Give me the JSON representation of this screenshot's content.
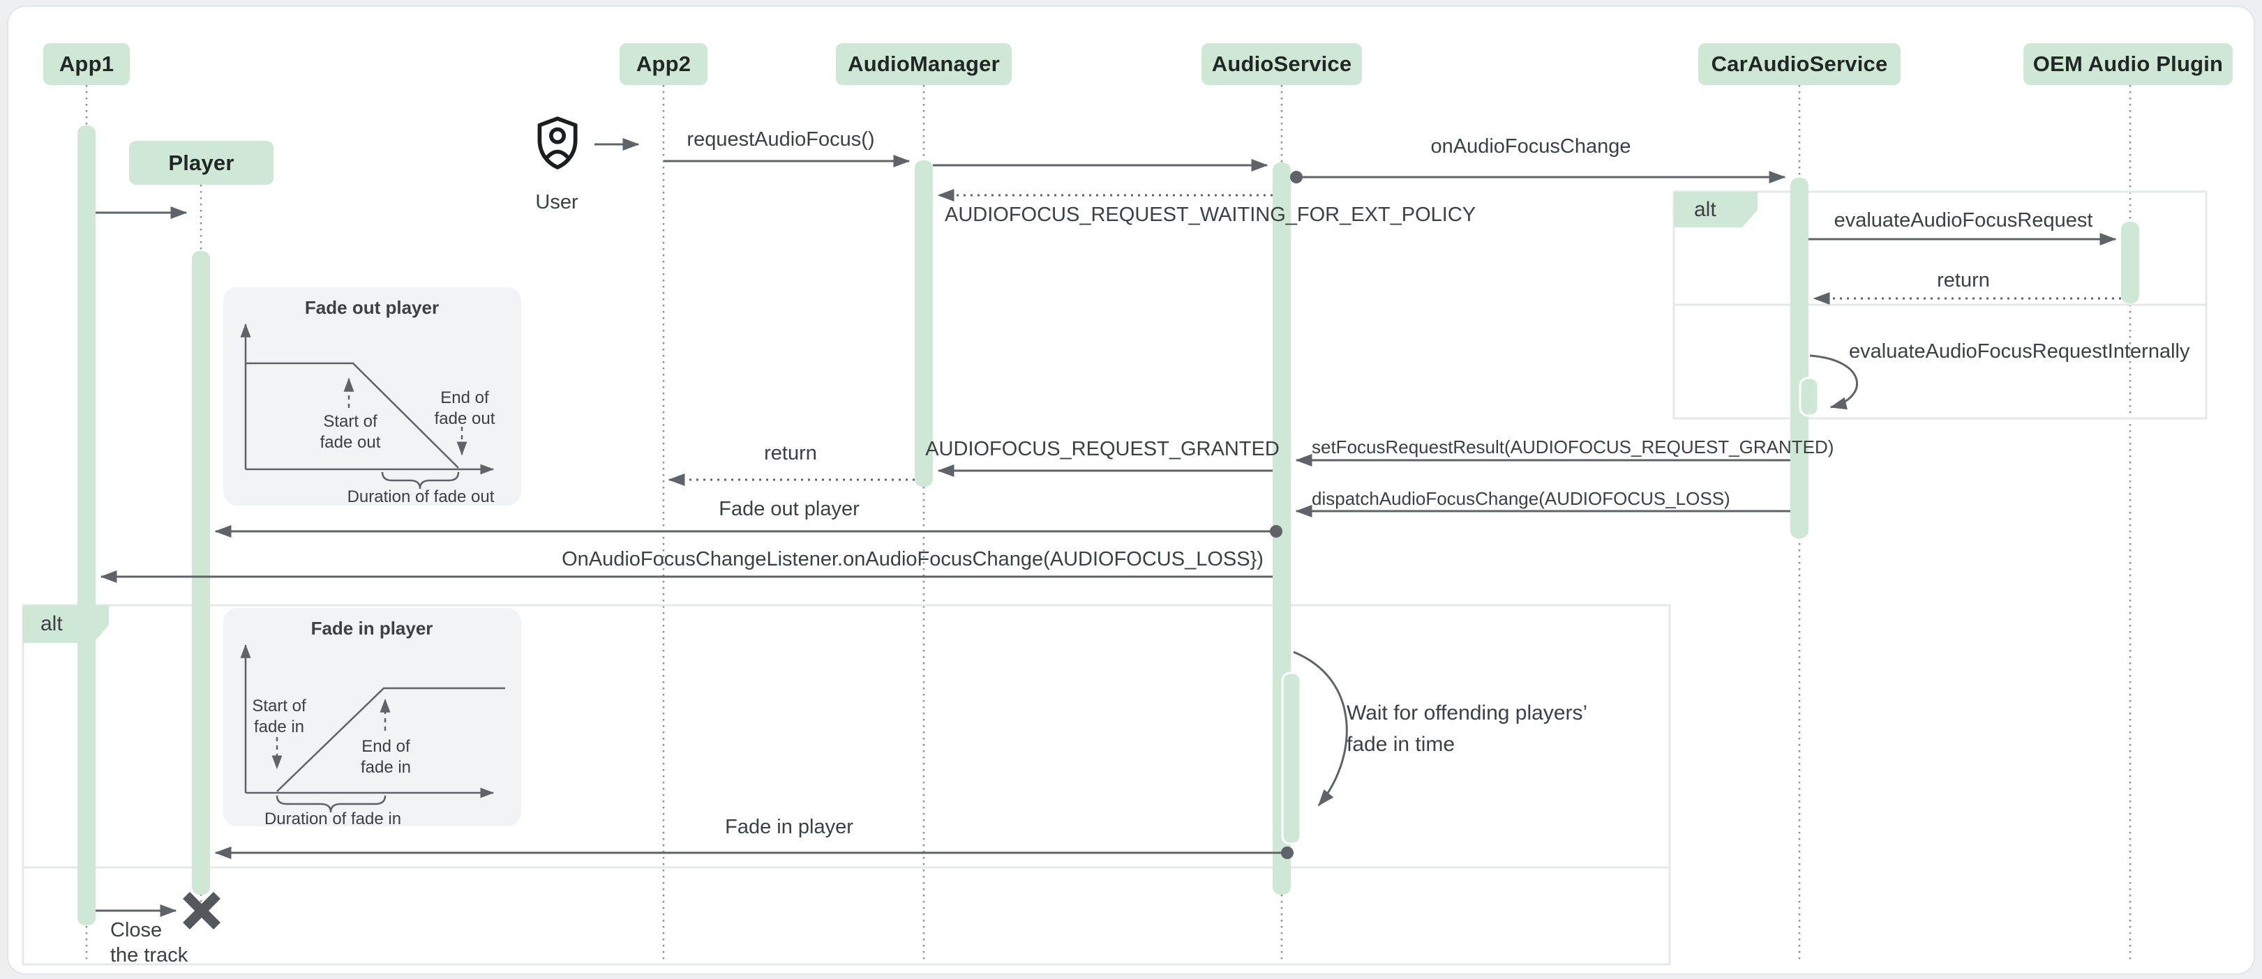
{
  "participants": {
    "app1": "App1",
    "player": "Player",
    "app2": "App2",
    "audio_manager": "AudioManager",
    "audio_service": "AudioService",
    "car_audio_service": "CarAudioService",
    "oem_audio_plugin": "OEM Audio Plugin"
  },
  "actor": {
    "label": "User"
  },
  "fragments": {
    "alt_left": "alt",
    "alt_right": "alt"
  },
  "messages": {
    "request_audio_focus": "requestAudioFocus()",
    "on_audio_focus_change": "onAudioFocusChange",
    "waiting_ext_policy": "AUDIOFOCUS_REQUEST_WAITING_FOR_EXT_POLICY",
    "evaluate_audio_focus_request": "evaluateAudioFocusRequest",
    "return_oem": "return",
    "evaluate_internally": "evaluateAudioFocusRequestInternally",
    "request_granted": "AUDIOFOCUS_REQUEST_GRANTED",
    "set_focus_request_result": "setFocusRequestResult(AUDIOFOCUS_REQUEST_GRANTED)",
    "return_app2": "return",
    "dispatch_focus_change": "dispatchAudioFocusChange(AUDIOFOCUS_LOSS)",
    "fade_out_player": "Fade out player",
    "on_focus_change_listener": "OnAudioFocusChangeListener.onAudioFocusChange(AUDIOFOCUS_LOSS})",
    "fade_in_player": "Fade in player",
    "close_track": "Close\nthe track"
  },
  "note": {
    "text": "Wait for offending players’\nfade in time"
  },
  "charts": {
    "fade_out": {
      "title": "Fade out player",
      "start": "Start of\nfade out",
      "end": "End of\nfade out",
      "duration": "Duration of fade out"
    },
    "fade_in": {
      "title": "Fade in player",
      "start": "Start of\nfade in",
      "end": "End of\nfade in",
      "duration": "Duration of fade in"
    }
  },
  "colors": {
    "accent_green": "#cfe8d6",
    "arrow_gray": "#5f6368",
    "label_text": "#3c4043",
    "chart_background": "#f1f3f4",
    "page_background": "#edeff0"
  }
}
